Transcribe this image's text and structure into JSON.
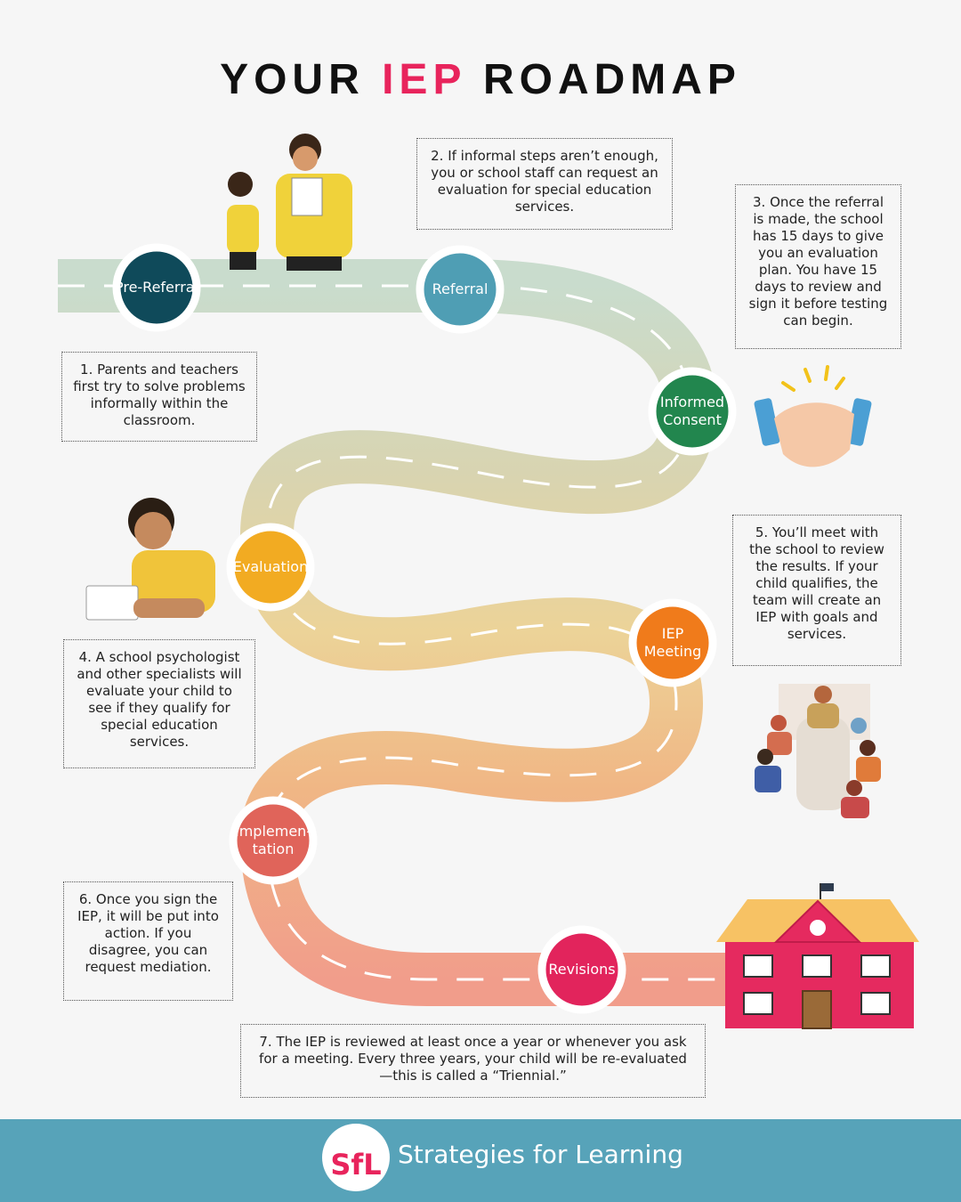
{
  "title": {
    "part1": "YOUR",
    "accent": "IEP",
    "part2": "ROADMAP"
  },
  "colors": {
    "accent": "#e8245c",
    "footer": "#57a3b9"
  },
  "steps": [
    {
      "label": "Pre-Referral",
      "color": "#0f4a5a",
      "note": "1. Parents and teachers first try to solve problems informally within the classroom."
    },
    {
      "label": "Referral",
      "color": "#4f9eb4",
      "note": "2. If informal steps aren’t enough, you or school staff can request an evaluation for special education services."
    },
    {
      "label": "Informed Consent",
      "color": "#22864e",
      "note": "3. Once the referral is made, the school has 15 days to give you an evaluation plan. You have 15 days to review and sign it before testing can begin."
    },
    {
      "label": "Evaluation",
      "color": "#f2ab22",
      "note": "4. A school psychologist and other specialists will evaluate your child to see if they qualify for special education services."
    },
    {
      "label": "IEP Meeting",
      "color": "#f07b1b",
      "note": "5. You’ll meet with the school to review the results. If your child qualifies, the team will create an IEP with goals and services."
    },
    {
      "label": "Implemen-tation",
      "color": "#e0645a",
      "note": "6. Once you sign the IEP, it will be put into action. If you disagree, you can request mediation."
    },
    {
      "label": "Revisions",
      "color": "#e2245c",
      "note": "7. The IEP is reviewed at least once a year or whenever you ask for a meeting. Every three years, your child will be re-evaluated —this is called a “Triennial.”"
    }
  ],
  "footer": {
    "logo": "SfL",
    "text": "Strategies for Learning"
  }
}
